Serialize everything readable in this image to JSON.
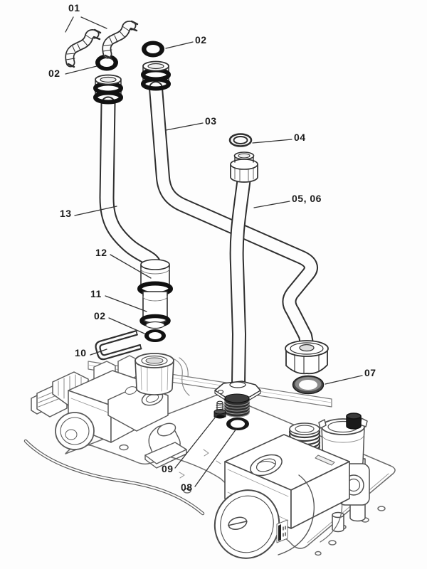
{
  "figure": {
    "kind": "exploded-parts-diagram",
    "background": "#fdfdfd",
    "line_color": "#2f2f2f",
    "assembly_line_color": "#666666",
    "dark_fill": "#111111"
  },
  "callouts": [
    {
      "label": "01",
      "part": "retaining-clips"
    },
    {
      "label": "02",
      "part": "o-ring-top"
    },
    {
      "label": "02",
      "part": "o-ring-left"
    },
    {
      "label": "03",
      "part": "return-pipe"
    },
    {
      "label": "04",
      "part": "washer"
    },
    {
      "label": "05, 06",
      "part": "flexible-pipe-with-union-nut"
    },
    {
      "label": "07",
      "part": "sealing-washer"
    },
    {
      "label": "08",
      "part": "o-ring-gasket"
    },
    {
      "label": "09",
      "part": "screw"
    },
    {
      "label": "10",
      "part": "retaining-pin"
    },
    {
      "label": "11",
      "part": "pipe-insert"
    },
    {
      "label": "12",
      "part": "pipe-coupling"
    },
    {
      "label": "02",
      "part": "o-ring-lower"
    },
    {
      "label": "13",
      "part": "flow-pipe"
    }
  ]
}
